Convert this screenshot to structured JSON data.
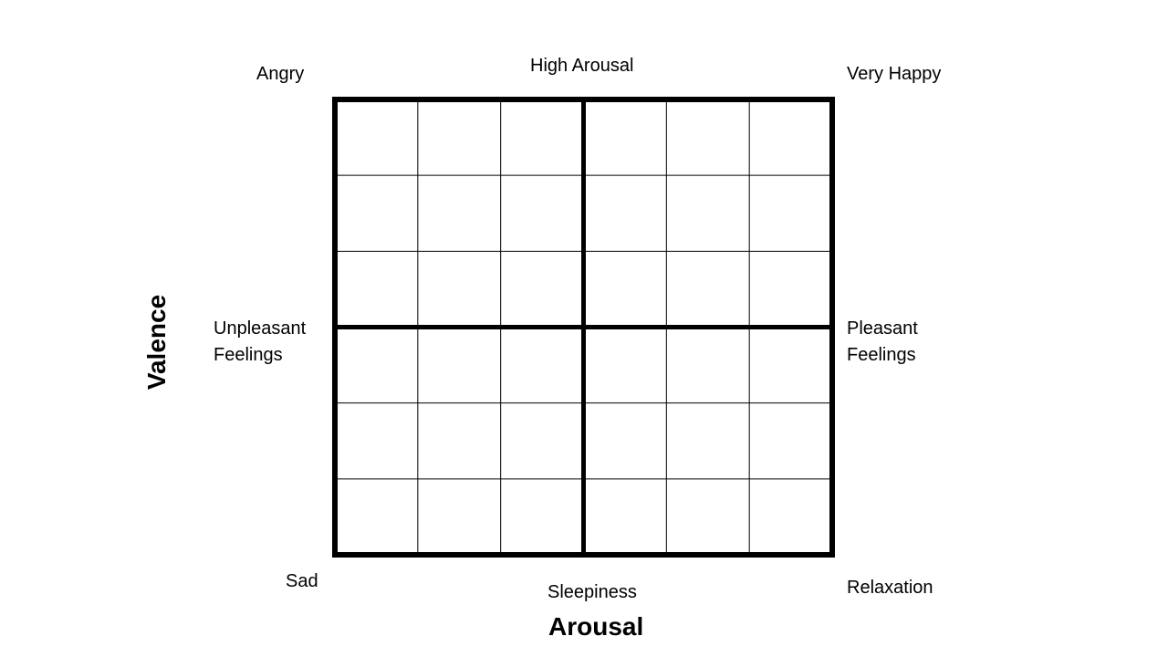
{
  "corners": {
    "top_left": "Angry",
    "top_right": "Very Happy",
    "bottom_left": "Sad",
    "bottom_right": "Relaxation"
  },
  "edges": {
    "top": "High Arousal",
    "bottom": "Sleepiness",
    "left_line1": "Unpleasant",
    "left_line2": "Feelings",
    "right_line1": "Pleasant",
    "right_line2": "Feelings"
  },
  "axes": {
    "x_title": "Arousal",
    "y_title": "Valence"
  },
  "grid": {
    "rows": 6,
    "cols": 6,
    "major_every": 3,
    "line_color": "#000000"
  }
}
